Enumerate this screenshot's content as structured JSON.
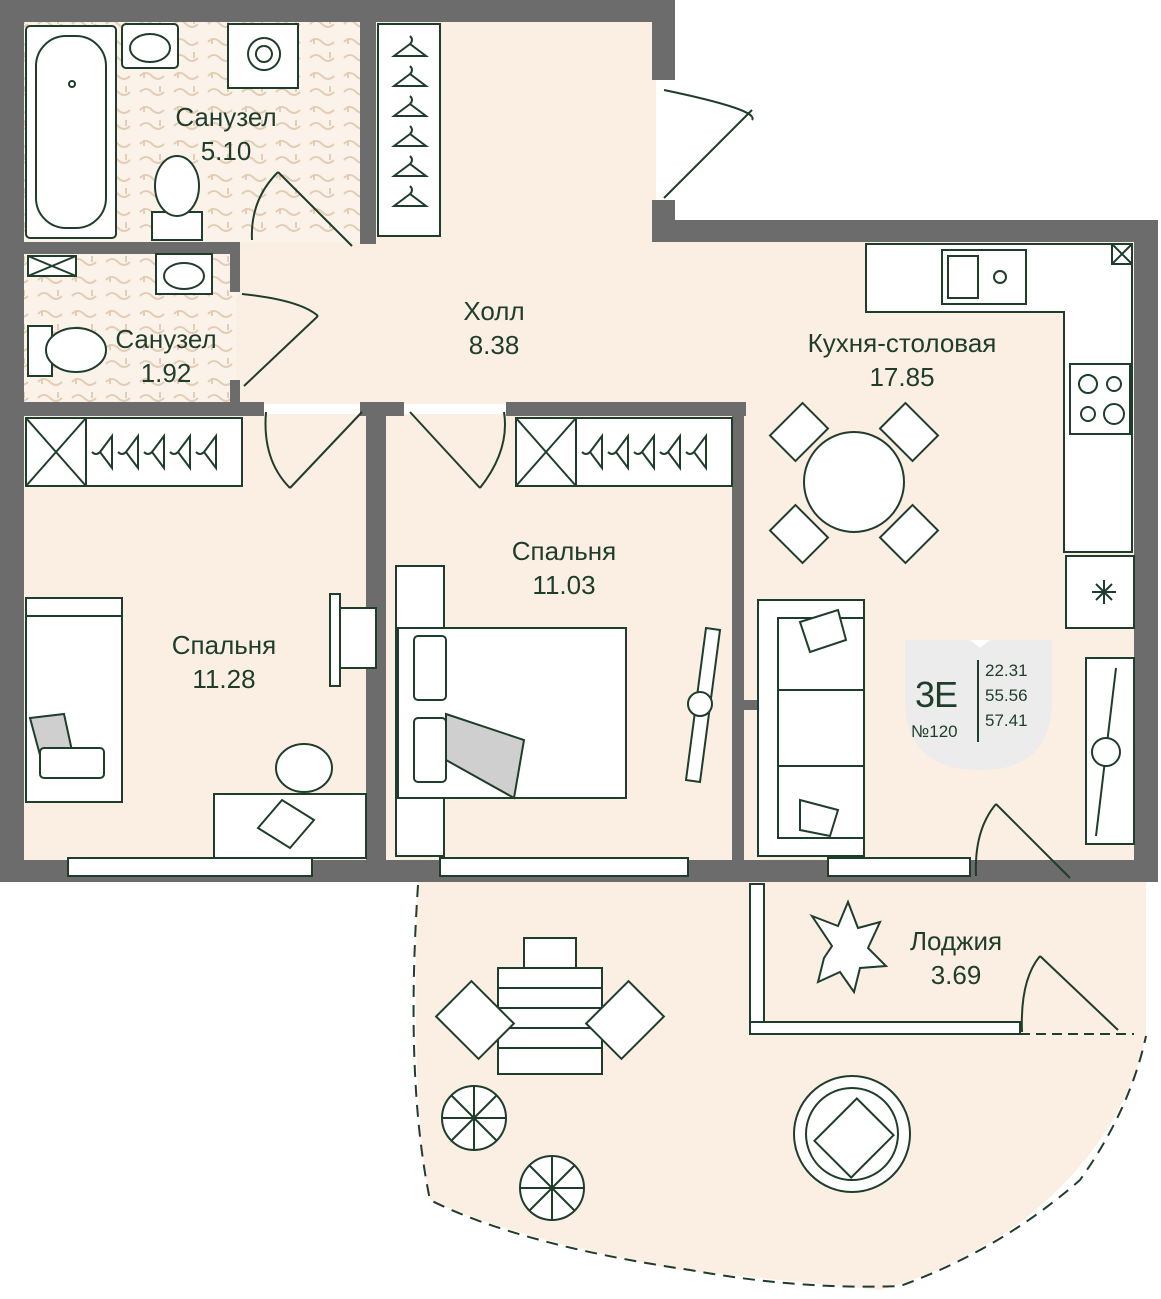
{
  "colors": {
    "wall": "#6c6c6c",
    "floor": "#fbeee2",
    "tile": "#f4e6d4",
    "furniture_fill": "#ffffff",
    "furniture_stroke": "#1f3d2b",
    "text": "#1f3d2b",
    "badge": "#ececec"
  },
  "apartment": {
    "code": "3Е",
    "number": "№120",
    "living_area": "22.31",
    "total_area": "55.56",
    "total_area_with_loggia": "57.41"
  },
  "rooms": [
    {
      "id": "bathroom-1",
      "name": "Санузел",
      "area": "5.10"
    },
    {
      "id": "bathroom-2",
      "name": "Санузел",
      "area": "1.92"
    },
    {
      "id": "hall",
      "name": "Холл",
      "area": "8.38"
    },
    {
      "id": "kitchen",
      "name": "Кухня-столовая",
      "area": "17.85"
    },
    {
      "id": "bedroom-left",
      "name": "Спальня",
      "area": "11.28"
    },
    {
      "id": "bedroom-center",
      "name": "Спальня",
      "area": "11.03"
    },
    {
      "id": "loggia",
      "name": "Лоджия",
      "area": "3.69"
    }
  ],
  "icons": [
    "bathtub-icon",
    "sink-icon",
    "washing-machine-icon",
    "toilet-icon",
    "wardrobe-icon",
    "double-bed-icon",
    "single-bed-icon",
    "desk-icon",
    "laptop-icon",
    "chair-icon",
    "dining-table-icon",
    "sofa-icon",
    "kitchen-sink-icon",
    "stove-icon",
    "fridge-icon",
    "tv-icon",
    "plant-icon",
    "patio-table-icon",
    "round-chair-icon",
    "ventilation-icon"
  ]
}
